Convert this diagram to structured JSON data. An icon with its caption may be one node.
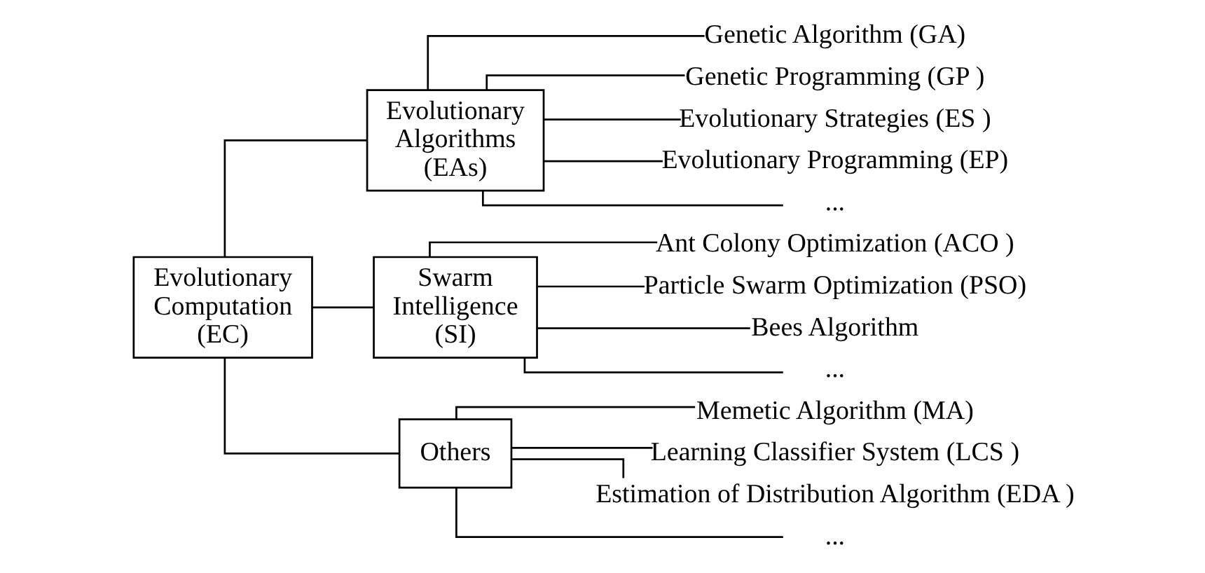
{
  "diagram": {
    "nodes": [
      {
        "text": [
          "Evolutionary Computation (EC)"
        ]
      },
      {
        "text": [
          "Evolutionary Algorithms (EAs)"
        ]
      },
      {
        "text": [
          "Genetic Algorithm (GA)"
        ]
      },
      {
        "text": [
          "Genetic Programming (GP )"
        ]
      },
      {
        "text": [
          "Evolutionary Strategies (ES )"
        ]
      },
      {
        "text": [
          "Evolutionary Programming (EP)"
        ]
      },
      {
        "text": [
          "..."
        ]
      },
      {
        "text": [
          "Swarm Intelligence (SI)"
        ]
      },
      {
        "text": [
          "Ant Colony Optimization (ACO )"
        ]
      },
      {
        "text": [
          "Particle Swarm Optimization (PSO)"
        ]
      },
      {
        "text": [
          "Bees Algorithm"
        ]
      },
      {
        "text": [
          "..."
        ]
      },
      {
        "text": [
          "Others"
        ]
      },
      {
        "text": [
          "Memetic Algorithm (MA)"
        ]
      },
      {
        "text": [
          "Learning Classifier System (LCS )"
        ]
      },
      {
        "text": [
          "Estimation of Distribution Algorithm (EDA )"
        ]
      },
      {
        "text": [
          "..."
        ]
      }
    ],
    "edges": [
      {
        "from": 0,
        "to": 1,
        "arrow": "none"
      },
      {
        "from": 0,
        "to": 7,
        "arrow": "none"
      },
      {
        "from": 0,
        "to": 12,
        "arrow": "none"
      },
      {
        "from": 1,
        "to": 2,
        "arrow": "none"
      },
      {
        "from": 1,
        "to": 3,
        "arrow": "none"
      },
      {
        "from": 1,
        "to": 4,
        "arrow": "none"
      },
      {
        "from": 1,
        "to": 5,
        "arrow": "none"
      },
      {
        "from": 1,
        "to": 6,
        "arrow": "none"
      },
      {
        "from": 7,
        "to": 8,
        "arrow": "none"
      },
      {
        "from": 7,
        "to": 9,
        "arrow": "none"
      },
      {
        "from": 7,
        "to": 10,
        "arrow": "none"
      },
      {
        "from": 7,
        "to": 11,
        "arrow": "none"
      },
      {
        "from": 12,
        "to": 13,
        "arrow": "none"
      },
      {
        "from": 12,
        "to": 14,
        "arrow": "none"
      },
      {
        "from": 12,
        "to": 15,
        "arrow": "none"
      },
      {
        "from": 12,
        "to": 16,
        "arrow": "none"
      }
    ]
  }
}
